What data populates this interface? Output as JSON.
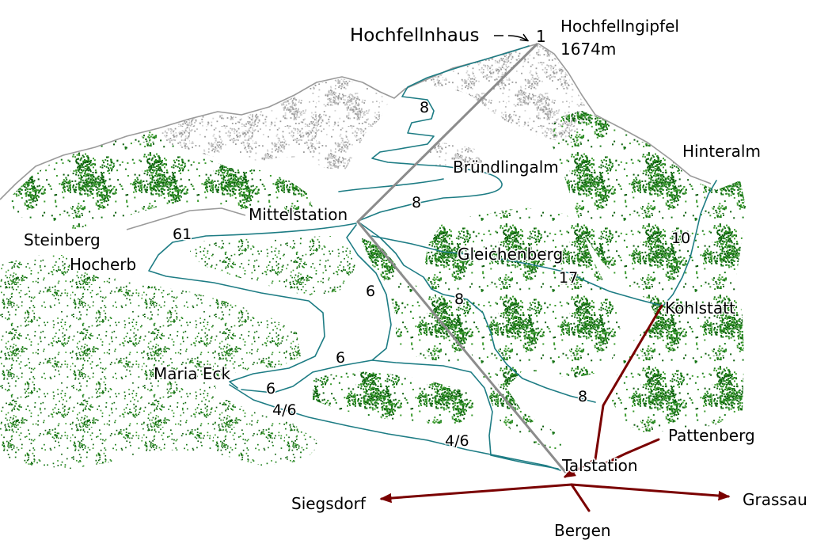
{
  "map": {
    "hut": {
      "name": "Hochfellnhaus"
    },
    "summit": {
      "marker": "1",
      "name": "Hochfellngipfel",
      "elevation": "1674m"
    },
    "stations": {
      "middle": "Mittelstation",
      "valley": "Talstation"
    },
    "places": {
      "bruendlingalm": "Bründlingalm",
      "hinteralm": "Hinteralm",
      "steinberg": "Steinberg",
      "hocherb": "Hocherb",
      "gleichenberg": "Gleichenberg",
      "kohlstatt": "Kohlstatt",
      "maria_eck": "Maria Eck",
      "pattenberg": "Pattenberg"
    },
    "towns": {
      "siegsdorf": "Siegsdorf",
      "grassau": "Grassau",
      "bergen": "Bergen"
    },
    "trail_markers": [
      "8",
      "8",
      "61",
      "10",
      "17",
      "6",
      "8",
      "6",
      "6",
      "4/6",
      "8",
      "4/6"
    ],
    "colors": {
      "trail": "#1d7c84",
      "forest": "#167a16",
      "forest_dark": "#0b5e0b",
      "forest_light": "#3a9a2c",
      "rock": "#bdbdbd",
      "rock_light": "#d3d3d3",
      "ridge": "#9a9a9a",
      "cable": "#8c8c8c",
      "road": "#7a0000",
      "text": "#000000"
    }
  }
}
